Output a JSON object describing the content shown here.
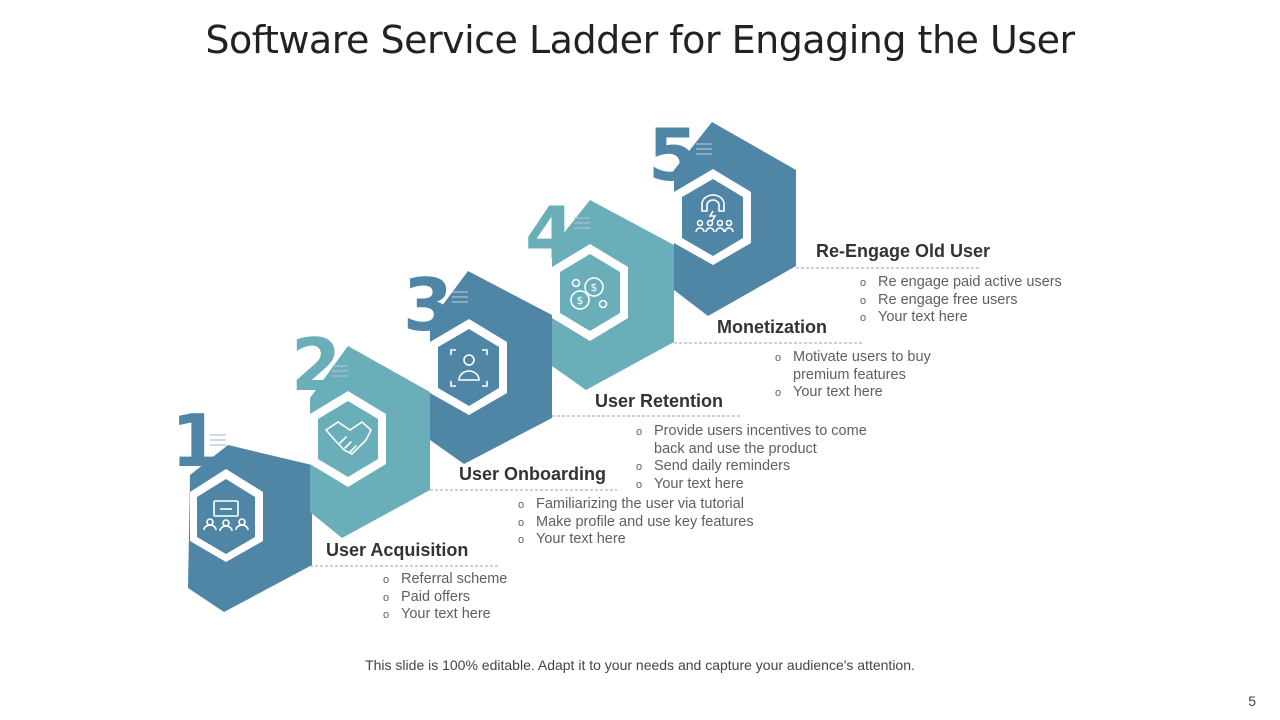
{
  "title": "Software Service Ladder for Engaging the User",
  "colors": {
    "dark": "#4f86a6",
    "light": "#6aaeba",
    "white": "#ffffff"
  },
  "steps": [
    {
      "number": "1",
      "title": "User Acquisition",
      "icon": "network-meeting-icon",
      "bullets": [
        "Referral scheme",
        "Paid offers",
        "Your text here"
      ]
    },
    {
      "number": "2",
      "title": "User Onboarding",
      "icon": "handshake-icon",
      "bullets": [
        "Familiarizing the user via tutorial",
        "Make profile and use key features",
        "Your text here"
      ]
    },
    {
      "number": "3",
      "title": "User Retention",
      "icon": "user-frame-icon",
      "bullets": [
        "Provide users incentives to come back and use the product",
        "Send daily reminders",
        "Your text here"
      ]
    },
    {
      "number": "4",
      "title": "Monetization",
      "icon": "coins-icon",
      "bullets": [
        "Motivate users to buy premium features",
        "Your text here"
      ]
    },
    {
      "number": "5",
      "title": "Re-Engage Old User",
      "icon": "magnet-users-icon",
      "bullets": [
        "Re engage paid active users",
        "Re engage free users",
        "Your text here"
      ]
    }
  ],
  "footer": "This slide is 100% editable. Adapt it to your needs and capture your audience's attention.",
  "page_number": "5"
}
